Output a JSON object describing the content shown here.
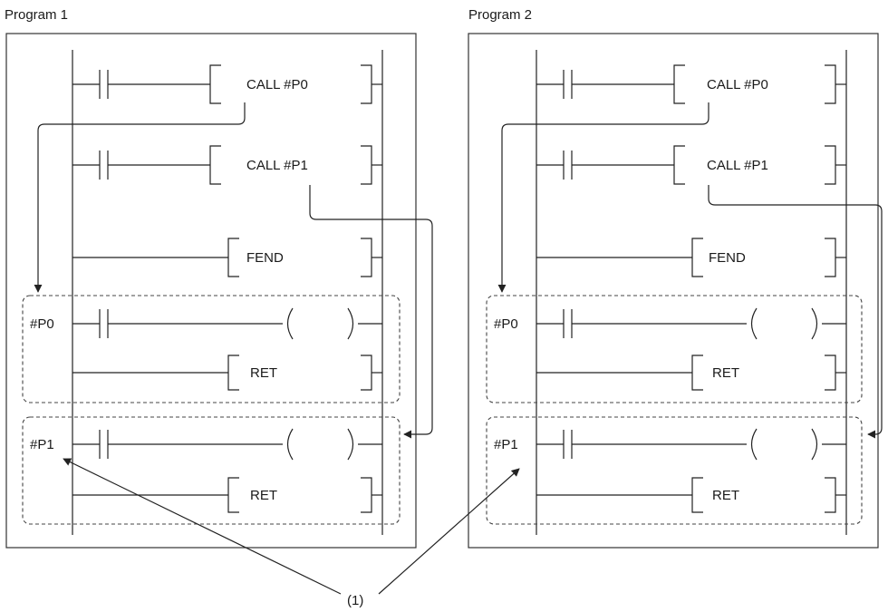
{
  "programs": [
    {
      "title": "Program 1",
      "rungs": {
        "call_p0": "CALL #P0",
        "call_p1": "CALL #P1",
        "fend": "FEND",
        "p0_ret": "RET",
        "p1_ret": "RET"
      },
      "pointers": {
        "p0": "#P0",
        "p1": "#P1"
      }
    },
    {
      "title": "Program 2",
      "rungs": {
        "call_p0": "CALL #P0",
        "call_p1": "CALL #P1",
        "fend": "FEND",
        "p0_ret": "RET",
        "p1_ret": "RET"
      },
      "pointers": {
        "p0": "#P0",
        "p1": "#P1"
      }
    }
  ],
  "callout": {
    "label": "(1)"
  }
}
